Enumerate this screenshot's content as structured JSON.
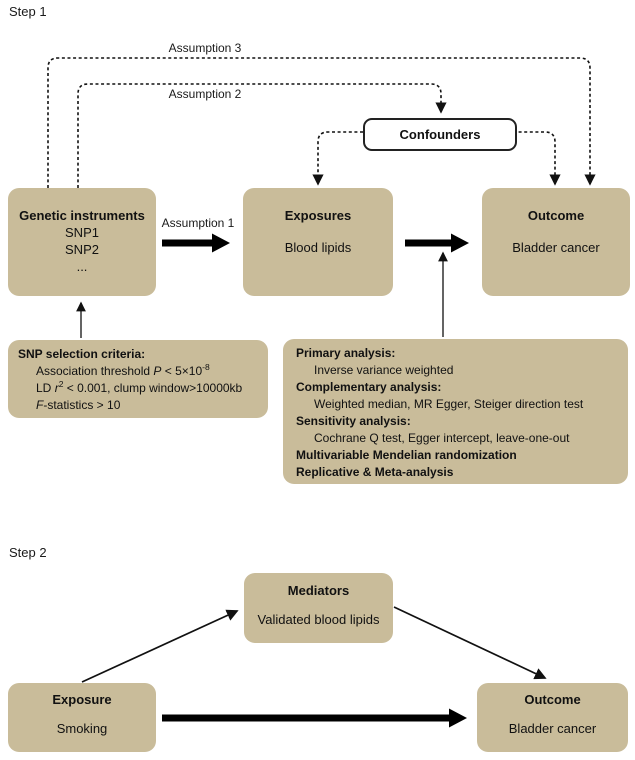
{
  "step1": {
    "label": "Step 1",
    "assumption1_label": "Assumption 1",
    "assumption2_label": "Assumption 2",
    "assumption3_label": "Assumption 3",
    "confounders_label": "Confounders",
    "boxes": {
      "genetic_instruments": {
        "title": "Genetic instruments",
        "lines": [
          "SNP1",
          "SNP2",
          "..."
        ]
      },
      "exposures": {
        "title": "Exposures",
        "subtitle": "Blood lipids"
      },
      "outcome": {
        "title": "Outcome",
        "subtitle": "Bladder cancer"
      }
    },
    "snp_criteria": {
      "title": "SNP selection criteria:",
      "assoc_prefix": "Association threshold ",
      "assoc_p": "P",
      "assoc_mid": " < 5×10",
      "assoc_sup": "-8",
      "ld_prefix": "LD ",
      "ld_r": "r",
      "ld_sup": "2",
      "ld_rest": " < 0.001, clump window>10000kb",
      "f_italic": "F",
      "f_rest": "-statistics > 10"
    },
    "analysis": {
      "primary_title": "Primary analysis:",
      "primary_item": "Inverse variance weighted",
      "complementary_title": "Complementary analysis:",
      "complementary_item": "Weighted median, MR Egger, Steiger direction test",
      "sensitivity_title": "Sensitivity analysis:",
      "sensitivity_item": "Cochrane Q test, Egger intercept, leave-one-out",
      "multivariable_line": "Multivariable Mendelian randomization",
      "replicative_line": "Replicative & Meta-analysis"
    }
  },
  "step2": {
    "label": "Step 2",
    "boxes": {
      "exposure": {
        "title": "Exposure",
        "subtitle": "Smoking"
      },
      "mediators": {
        "title": "Mediators",
        "subtitle": "Validated blood lipids"
      },
      "outcome": {
        "title": "Outcome",
        "subtitle": "Bladder cancer"
      }
    }
  },
  "colors": {
    "box_fill": "#c9bc9a",
    "confounders_fill": "#ffffff",
    "line_color": "#111111"
  }
}
